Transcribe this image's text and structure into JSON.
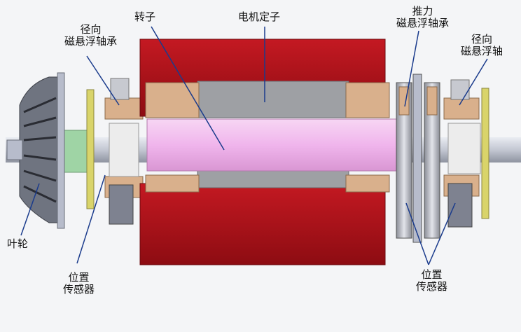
{
  "labels": {
    "radial_bearing_left": [
      "径向",
      "磁悬浮轴承"
    ],
    "rotor": "转子",
    "stator": "电机定子",
    "thrust_bearing": [
      "推力",
      "磁悬浮轴承"
    ],
    "radial_bearing_right": [
      "径向",
      "磁悬浮轴"
    ],
    "impeller": "叶轮",
    "position_sensor_left": [
      "位置",
      "传感器"
    ],
    "position_sensor_right": [
      "位置",
      "传感器"
    ]
  },
  "colors": {
    "stator": "#b5121b",
    "rotor": "#f2b8ef",
    "core": "#9ea0a4",
    "copper": "#d9b08c",
    "sensor": "#c9c8a0",
    "shaft": "#c9ccd6"
  }
}
